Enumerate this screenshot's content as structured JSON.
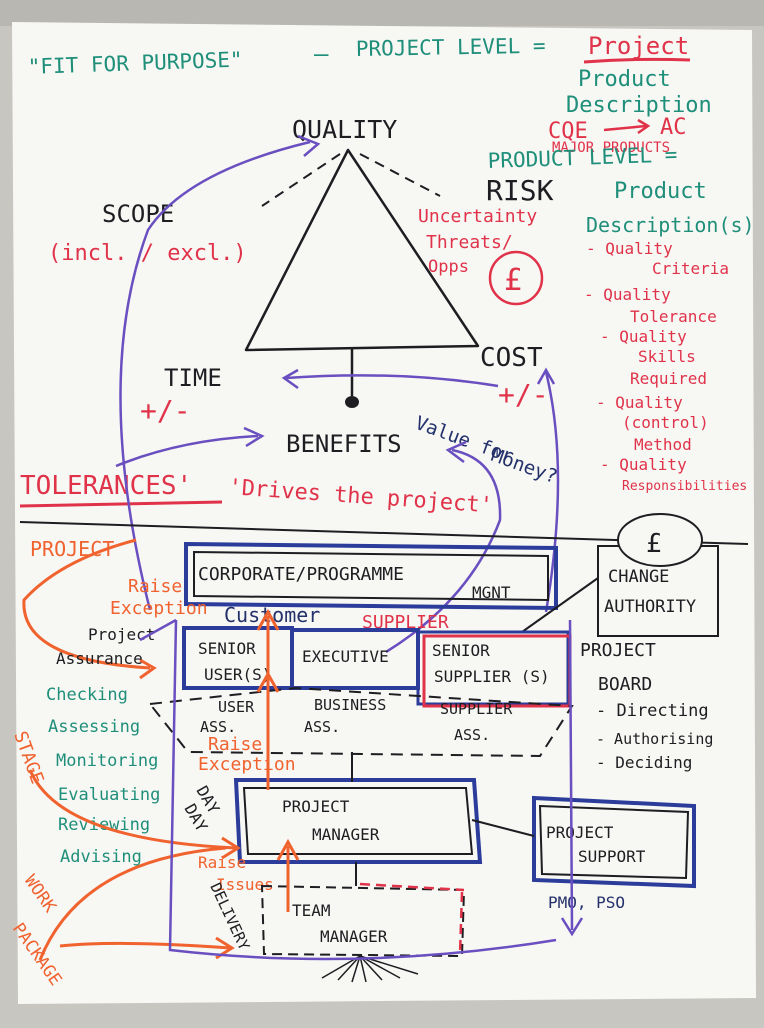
{
  "colors": {
    "black": "#1e1e22",
    "green": "#1f8f7a",
    "red": "#e0334a",
    "orange": "#f0622e",
    "purple": "#6a4fc0",
    "blue": "#2b3c9a"
  },
  "header": {
    "fit_for_purpose": "\"FIT FOR PURPOSE\"",
    "dash": "—",
    "project_level": "PROJECT LEVEL =",
    "project": "Project",
    "product_description": [
      "Product",
      "Description"
    ],
    "cqe": "CQE",
    "ac": "AC",
    "major_products": "MAJOR PRODUCTS",
    "product_level": "PRODUCT LEVEL =",
    "product_descriptions": [
      "Product",
      "Description(s)"
    ]
  },
  "criteria_list": [
    [
      "- Quality",
      "Criteria"
    ],
    [
      "- Quality",
      "Tolerance"
    ],
    [
      "- Quality",
      "Skills",
      "Required"
    ],
    [
      "- Quality",
      "(control)",
      "Method"
    ],
    [
      "- Quality",
      "Responsibilities"
    ]
  ],
  "triangle": {
    "quality": "QUALITY",
    "scope": "SCOPE",
    "scope_note": "(incl. / excl.)",
    "risk": "RISK",
    "risk_notes": [
      "Uncertainty",
      "Threats/",
      "Opps"
    ],
    "pound": "£",
    "time": "TIME",
    "cost": "COST",
    "plus_minus": "+/-",
    "benefits": "BENEFITS",
    "value_for_money": [
      "Value for",
      "Money?"
    ],
    "tolerances": "TOLERANCES'",
    "drives": "'Drives the project'"
  },
  "org": {
    "project_label": "PROJECT",
    "corporate": "CORPORATE/PROGRAMME",
    "mgnt": "MGNT",
    "change_authority": [
      "CHANGE",
      "AUTHORITY"
    ],
    "raise_exception": [
      "Raise",
      "Exception"
    ],
    "customer": "Customer",
    "supplier": "SUPPLIER",
    "project_assurance": [
      "Project",
      "Assurance"
    ],
    "senior_user": [
      "SENIOR",
      "USER(S)"
    ],
    "executive": "EXECUTIVE",
    "senior_supplier": [
      "SENIOR",
      "SUPPLIER (S)"
    ],
    "project_board": [
      "PROJECT",
      "BOARD"
    ],
    "board_roles": [
      "- Directing",
      "- Authorising",
      "- Deciding"
    ],
    "assurance_verbs": [
      "Checking",
      "Assessing",
      "Monitoring",
      "Evaluating",
      "Reviewing",
      "Advising"
    ],
    "user_ass": [
      "USER",
      "ASS."
    ],
    "business_ass": [
      "BUSINESS",
      "ASS."
    ],
    "supplier_ass": [
      "SUPPLIER",
      "ASS."
    ],
    "raise_exception_2": [
      "Raise",
      "Exception"
    ],
    "stage": "STAGE",
    "day_to_day": [
      "DAY",
      "DAY"
    ],
    "project_manager": [
      "PROJECT",
      "MANAGER"
    ],
    "project_support": [
      "PROJECT",
      "SUPPORT"
    ],
    "pmo": "PMO, PSO",
    "raise_issues": [
      "Raise",
      "Issues"
    ],
    "delivery": "DELIVERY",
    "team_manager": [
      "TEAM",
      "MANAGER"
    ],
    "work_package": [
      "WORK",
      "PACKAGE"
    ]
  }
}
